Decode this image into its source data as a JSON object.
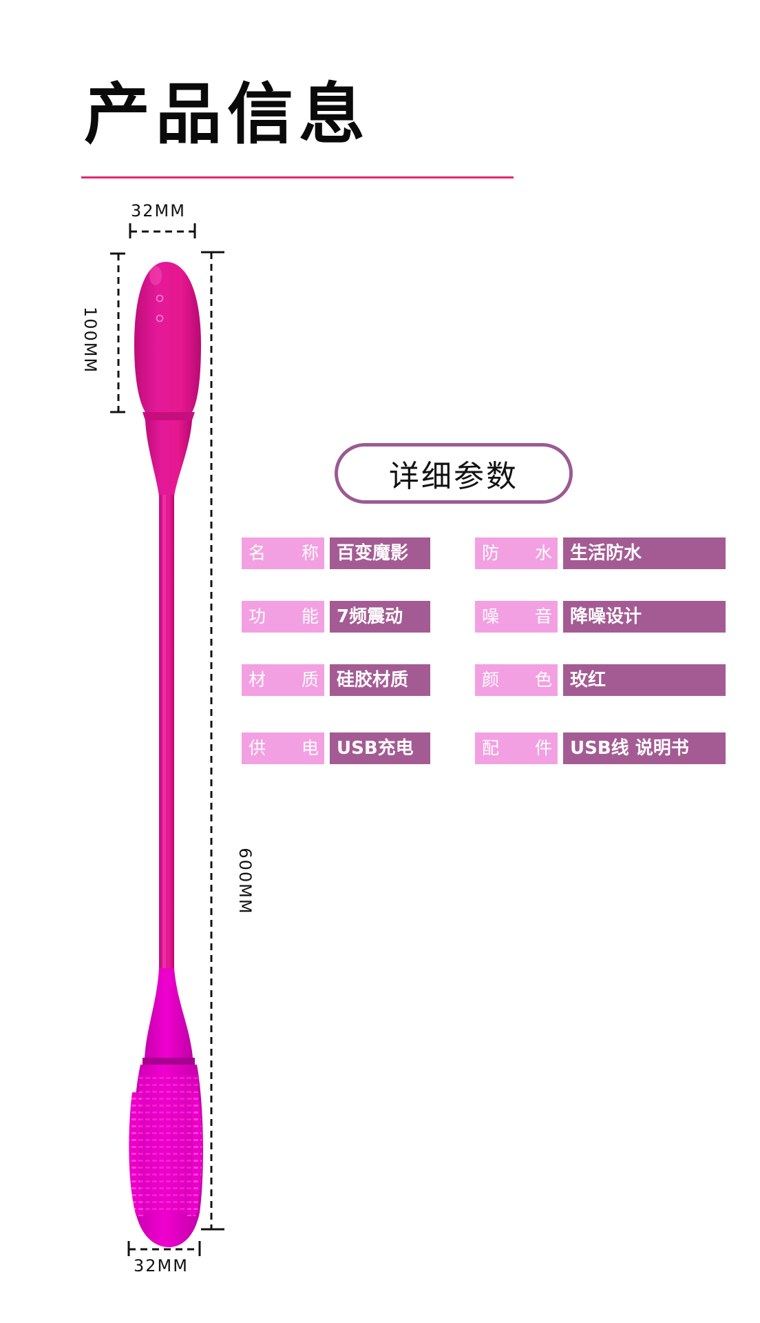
{
  "header": {
    "title": "产品信息"
  },
  "dimensions": {
    "top_width": "32MM",
    "head_length": "100MM",
    "total_length": "600MM",
    "bottom_width": "32MM"
  },
  "params": {
    "title": "详细参数",
    "left": [
      {
        "label": "名 称 :",
        "value": "百变魔影"
      },
      {
        "label": "功 能 :",
        "value": "7频震动"
      },
      {
        "label": "材 质 :",
        "value": "硅胶材质"
      },
      {
        "label": "供 电 :",
        "value": "USB充电"
      }
    ],
    "right": [
      {
        "label": "防 水 :",
        "value": "生活防水"
      },
      {
        "label": "噪 音 :",
        "value": "降噪设计"
      },
      {
        "label": "颜 色 :",
        "value": "玫红"
      },
      {
        "label": "配 件 :",
        "value": "USB线 说明书"
      }
    ]
  },
  "colors": {
    "accent_rule": "#e8256f",
    "label_bg": "#f3a0e2",
    "value_bg": "#a45b93",
    "badge_border": "#9b5a93",
    "product_pink": "#e0168e",
    "product_magenta": "#ec00c8"
  }
}
